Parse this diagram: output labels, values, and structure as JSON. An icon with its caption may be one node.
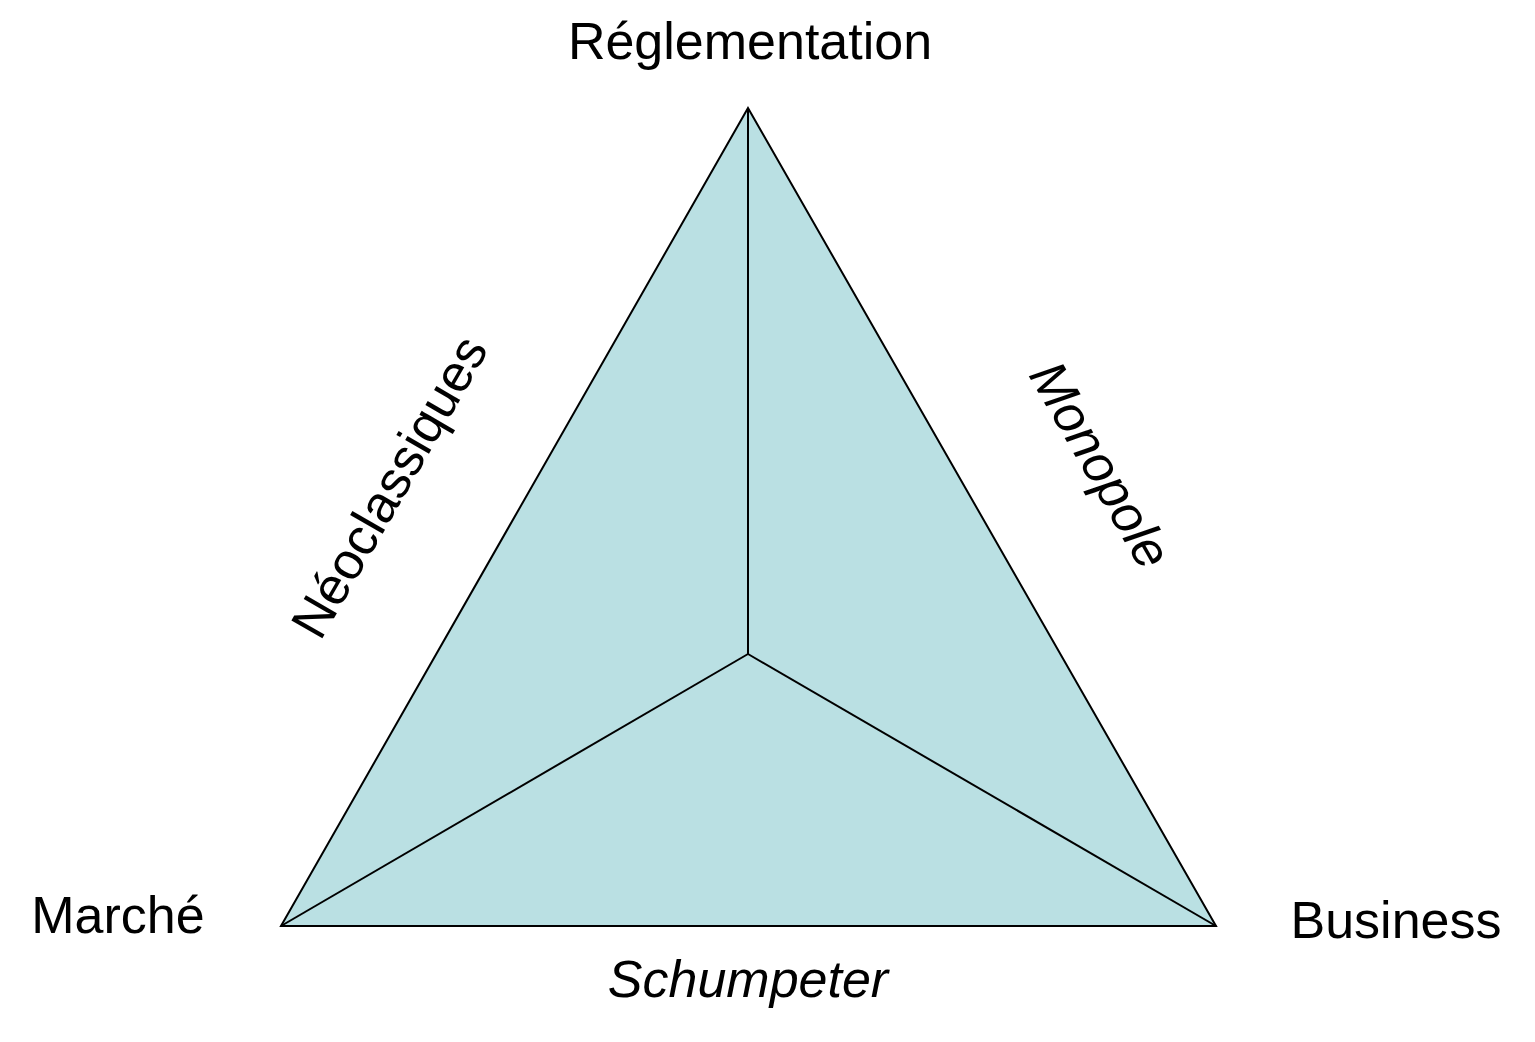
{
  "diagram": {
    "labels": [
      "Réglementation",
      "Néoclassiques",
      "Monopole",
      "Marché",
      "Business",
      "Schumpeter"
    ]
  }
}
